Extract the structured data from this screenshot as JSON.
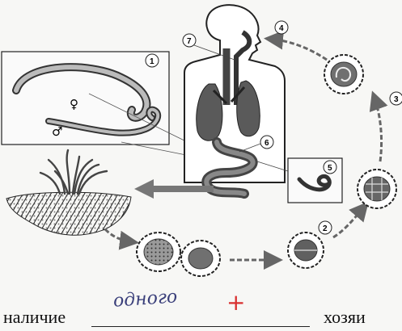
{
  "markers": [
    "1",
    "2",
    "3",
    "4",
    "5",
    "6",
    "7"
  ],
  "symbols": {
    "female": "♀",
    "male": "♂"
  },
  "handwritten_answer": "одного",
  "teacher_mark": "+",
  "sentence": {
    "before": "наличие",
    "after": "хозяи"
  },
  "colors": {
    "ink": "#1a1a1a",
    "organ_fill": "#555555",
    "answer_ink": "#3a3f7a",
    "mark_red": "#d93030"
  }
}
